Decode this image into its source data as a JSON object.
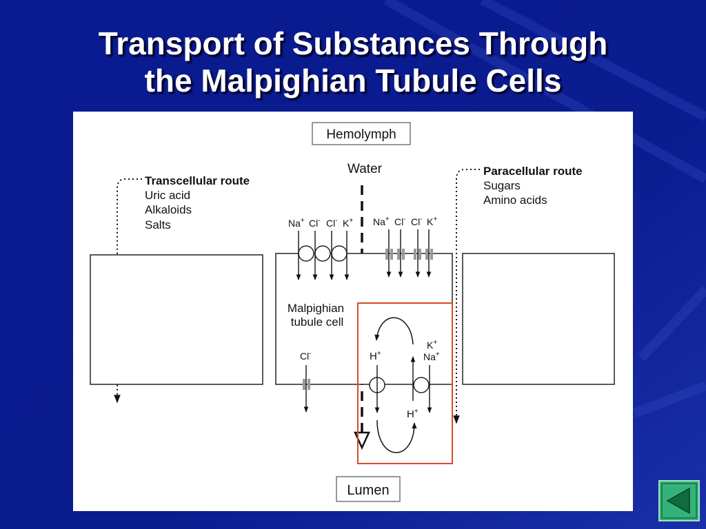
{
  "slide": {
    "title_line1": "Transport of Substances Through",
    "title_line2": "the Malpighian Tubule Cells"
  },
  "diagram": {
    "hemolymph_label": "Hemolymph",
    "lumen_label": "Lumen",
    "water_label": "Water",
    "transcellular": {
      "heading": "Transcellular route",
      "items": [
        "Uric acid",
        "Alkaloids",
        "Salts"
      ]
    },
    "paracellular": {
      "heading": "Paracellular route",
      "items": [
        "Sugars",
        "Amino acids"
      ]
    },
    "cell_label_line1": "Malpighian",
    "cell_label_line2": "tubule cell",
    "ions": {
      "na": "Na",
      "cl": "Cl",
      "k": "K",
      "h": "H",
      "plus": "+",
      "minus": "-"
    },
    "highlight_color": "#d84a2a"
  },
  "nav": {
    "back_icon": "triangle-left-icon",
    "button_color": "#33b37a"
  }
}
